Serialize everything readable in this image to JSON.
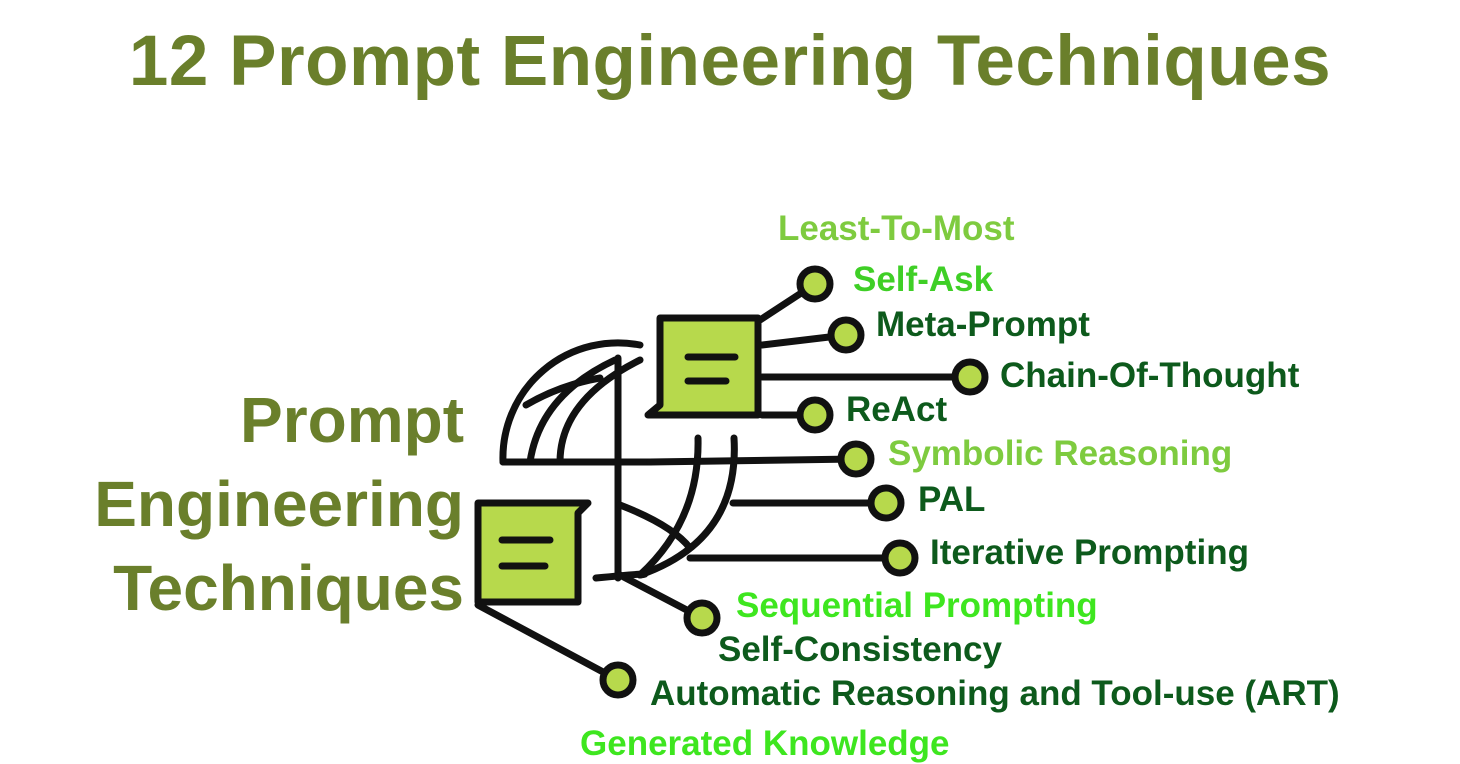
{
  "title": "12 Prompt Engineering Techniques",
  "center_label": [
    "Prompt",
    "Engineering",
    "Techniques"
  ],
  "colors": {
    "title": "#6a7f2b",
    "node_fill": "#b7d94c",
    "stroke": "#111111",
    "dark_green": "#0d5a1c",
    "bright_green": "#3ee61f",
    "light_green": "#7ecb3f"
  },
  "techniques": [
    {
      "label": "Least-To-Most",
      "color": "#7ecb3f"
    },
    {
      "label": "Self-Ask",
      "color": "#3fcf26"
    },
    {
      "label": "Meta-Prompt",
      "color": "#0d5a1c"
    },
    {
      "label": "Chain-Of-Thought",
      "color": "#0d5a1c"
    },
    {
      "label": "ReAct",
      "color": "#0d5a1c"
    },
    {
      "label": "Symbolic Reasoning",
      "color": "#7ecb3f"
    },
    {
      "label": "PAL",
      "color": "#0d5a1c"
    },
    {
      "label": "Iterative Prompting",
      "color": "#0d5a1c"
    },
    {
      "label": "Sequential Prompting",
      "color": "#3ee61f"
    },
    {
      "label": "Self-Consistency",
      "color": "#0d5a1c"
    },
    {
      "label": "Automatic Reasoning and Tool-use (ART)",
      "color": "#0d5a1c"
    },
    {
      "label": "Generated Knowledge",
      "color": "#3ee61f"
    }
  ],
  "icons": {
    "globe": "globe-icon",
    "chat": "chat-bubble-icon"
  }
}
